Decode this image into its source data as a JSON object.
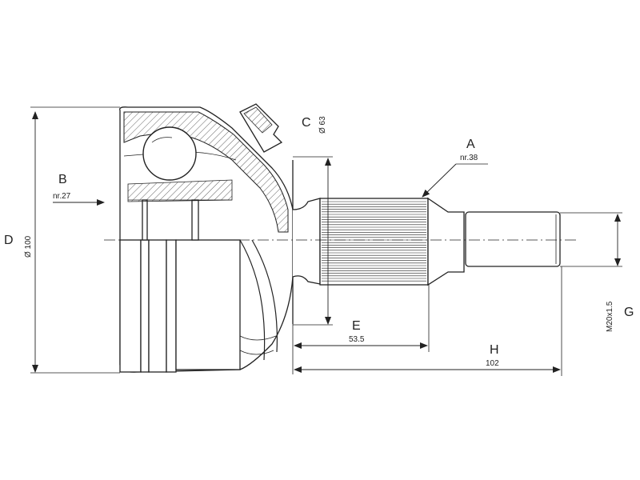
{
  "labels": {
    "A": {
      "letter": "A",
      "value": "nr.38"
    },
    "B": {
      "letter": "B",
      "value": "nr.27"
    },
    "C": {
      "letter": "C",
      "value": "Ø 63"
    },
    "D": {
      "letter": "D",
      "value": "Ø 100"
    },
    "E": {
      "letter": "E",
      "value": "53.5"
    },
    "G": {
      "letter": "G",
      "value": "M20x1.5"
    },
    "H": {
      "letter": "H",
      "value": "102"
    }
  }
}
